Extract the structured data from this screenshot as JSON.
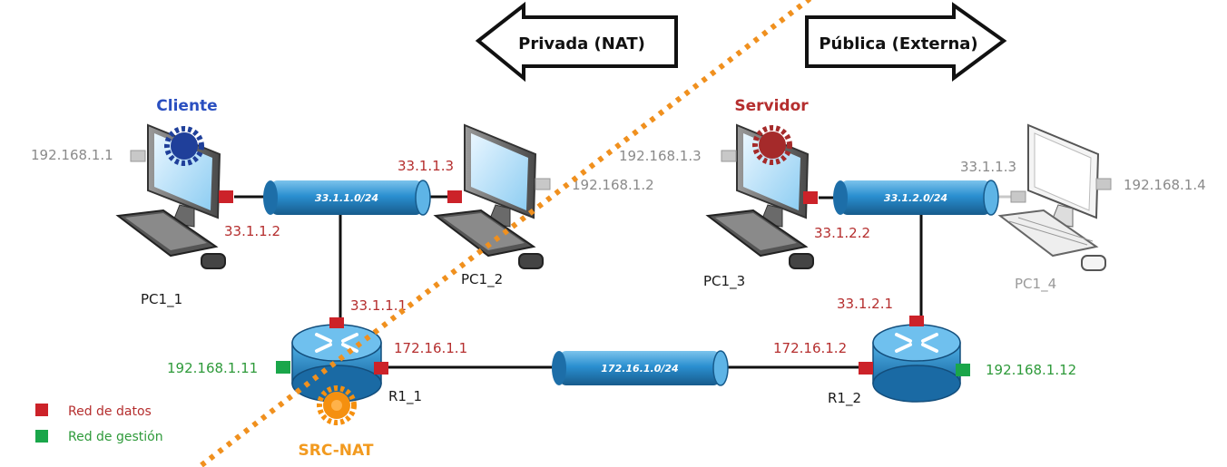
{
  "arrows": {
    "left": "Privada (NAT)",
    "right": "Pública (Externa)"
  },
  "roles": {
    "client": "Cliente",
    "server": "Servidor",
    "nat": "SRC-NAT"
  },
  "networks": {
    "net1": "33.1.1.0/24",
    "net2": "33.1.2.0/24",
    "net3": "172.16.1.0/24"
  },
  "hosts": {
    "pc1_1": {
      "name": "PC1_1",
      "mgmt_ip": "192.168.1.1",
      "data_ip": "33.1.1.2"
    },
    "pc1_2": {
      "name": "PC1_2",
      "mgmt_ip": "192.168.1.2",
      "data_ip": "33.1.1.3"
    },
    "pc1_3": {
      "name": "PC1_3",
      "mgmt_ip": "192.168.1.3",
      "data_ip": "33.1.2.2"
    },
    "pc1_4": {
      "name": "PC1_4",
      "mgmt_ip": "192.168.1.4",
      "data_ip": "33.1.1.3"
    }
  },
  "routers": {
    "r1_1": {
      "name": "R1_1",
      "lan_ip": "33.1.1.1",
      "wan_ip": "172.16.1.1",
      "mgmt_ip": "192.168.1.11"
    },
    "r1_2": {
      "name": "R1_2",
      "lan_ip": "33.1.2.1",
      "wan_ip": "172.16.1.2",
      "mgmt_ip": "192.168.1.12"
    }
  },
  "legend": {
    "data": "Red de datos",
    "mgmt": "Red de gestión",
    "data_color": "#cc2229",
    "mgmt_color": "#1aa64a"
  },
  "colors": {
    "data_port": "#cc2229",
    "mgmt_port": "#1aa64a",
    "mgmt_port_gray": "#c8c8c8",
    "divider": "#f0901e",
    "client_gear": "#1f3f9a",
    "server_gear": "#a52a2a",
    "nat_gear": "#f5900f"
  }
}
